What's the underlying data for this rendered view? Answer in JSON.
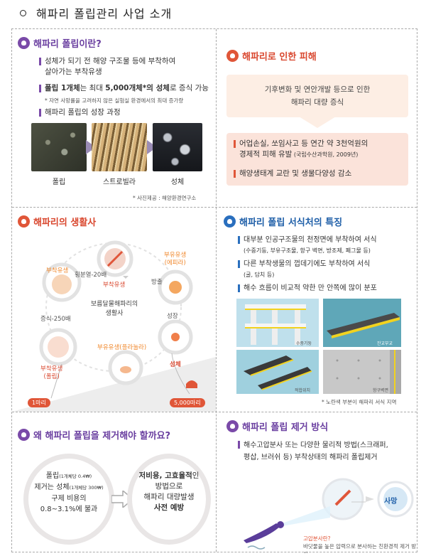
{
  "page_title": "해파리 폴립관리 사업 소개",
  "panel1": {
    "title": "해파리 폴립이란?",
    "bullet1_line1": "성체가 되기 전 해양 구조물 등에 부착하여",
    "bullet1_line2": "살아가는 부착유생",
    "bullet2_pre": "폴립 1개체",
    "bullet2_mid": "는 최대 ",
    "bullet2_bold": "5,000개체*의 성체",
    "bullet2_post": "로 증식 가능",
    "footnote": "* 자연 사망률을 고려하지 않은 실험실 환경에서의 최대 증가량",
    "growth_label": "해파리 폴립의 성장 과정",
    "captions": [
      "폴립",
      "스트로빌라",
      "성체"
    ],
    "photo_credit": "* 사진제공 : 해양환경연구소"
  },
  "panel2": {
    "title": "해파리로 인한 피해",
    "cause_line1": "기후변화 및 연안개발 등으로 인한",
    "cause_line2": "해파리 대량 증식",
    "damage1_line1": "어업손실, 쏘임사고 등 연간 약 3천억원의",
    "damage1_line2": "경제적 피해 유발",
    "damage1_src": " (국립수산과학원, 2009년)",
    "damage2": "해양생태계 교란 및 생물다양성 감소"
  },
  "panel3": {
    "title": "해파리의 생활사",
    "center_line1": "보름달물해파리의",
    "center_line2": "생활사",
    "labels": {
      "attach_top": "부착유생",
      "fission": "횡분열-20배",
      "attach_mid": "부착유생",
      "release": "방출",
      "free1_line1": "부유유생",
      "free1_line2": "(에피라)",
      "growth": "성장",
      "free2": "부유유생(플라눌라)",
      "adult": "성체",
      "increase": "증식-250배",
      "polyp_line1": "부착유생",
      "polyp_line2": "(폴립)",
      "one": "1마리",
      "five_thousand": "5,000마리"
    }
  },
  "panel4": {
    "title": "해파리 폴립 서식처의 특징",
    "b1_line1": "대부분 인공구조물의 천정면에 부착하여 서식",
    "b1_line2": "(수중기둥, 부유구조물, 항구 벽면, 방조제, 폐그물 등)",
    "b2_line1": "다른 부착생물의 껍데기에도 부착하여 서식",
    "b2_line2": "(굴, 담치 등)",
    "b3": "해수 흐름이 비교적 약한 만 안쪽에 많이 분포",
    "img_labels": [
      "수중기둥",
      "잔교부교",
      "적합위치",
      "항구벽면"
    ],
    "img_note": "* 노란색 부분이 해파리 서식 지역"
  },
  "panel5": {
    "title": "왜 해파리 폴립을 제거해야 할까요?",
    "left_line1": "폴립",
    "left_line1_small": "(1개체당 0.4₩)",
    "left_line2": "제거는 성체",
    "left_line2_small": "(1개체당 300₩)",
    "left_line3": "구제 비용의",
    "left_line4": "0.8~3.1%에 불과",
    "right_line1_bold": "저비용, 고효율적",
    "right_line1_post": "인",
    "right_line2": "방법으로",
    "right_line3": "해파리 대량발생",
    "right_line4": "사전 예방"
  },
  "panel6": {
    "title": "해파리 폴립 제거 방식",
    "b1_line1": "해수고압분사 또는 다양한 물리적 방법(스크래퍼,",
    "b1_line2": "평삽, 브러쉬 등) 부착상태의 해파리 폴립제거",
    "death": "사망",
    "question": "고압분사란?",
    "answer": "바닷물을 높은 압력으로 분사하는 친환경적 제거 방식"
  }
}
